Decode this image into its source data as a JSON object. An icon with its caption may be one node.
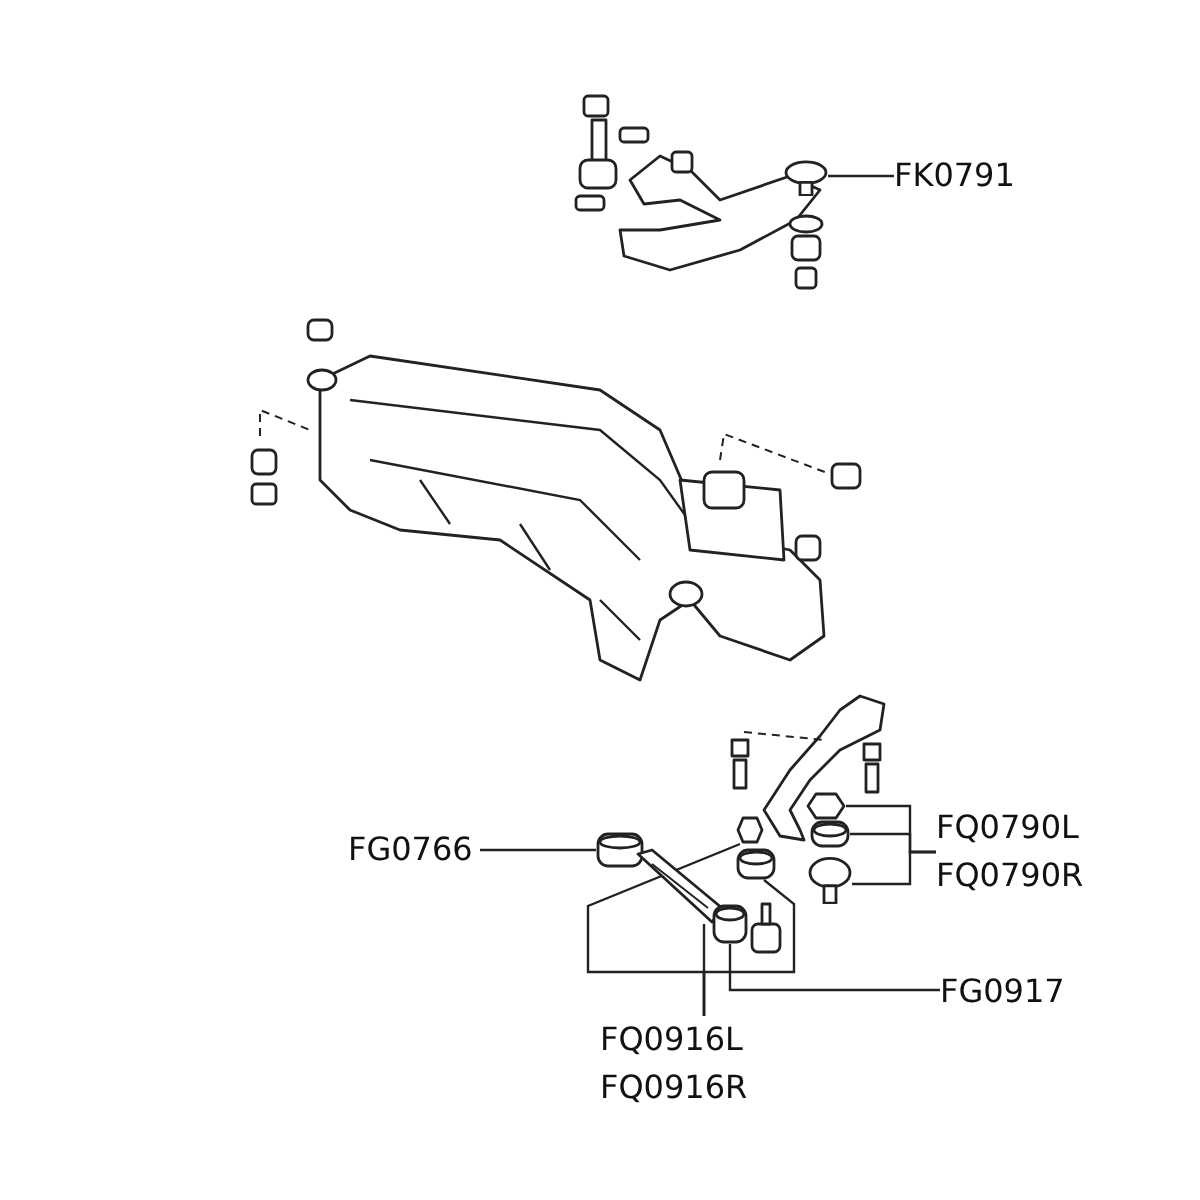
{
  "diagram": {
    "nodes": [
      {
        "text": [
          "FK0791"
        ]
      },
      {
        "text": [],
        "shape": "circle"
      },
      {
        "text": [
          "FG0766"
        ]
      },
      {
        "text": [],
        "shape": "cylinder"
      },
      {
        "text": [
          "FQ0790L",
          "FQ0790R"
        ]
      },
      {
        "text": [],
        "shape": "hexagon"
      },
      {
        "text": [],
        "shape": "cylinder"
      },
      {
        "text": [],
        "shape": "circle"
      },
      {
        "text": [
          "FQ0916L",
          "FQ0916R"
        ]
      },
      {
        "text": [],
        "shape": "bar"
      },
      {
        "text": [],
        "shape": "hexagon"
      },
      {
        "text": [],
        "shape": "cylinder"
      },
      {
        "text": [
          "FG0917"
        ]
      },
      {
        "text": [],
        "shape": "cylinder"
      }
    ],
    "edges": [
      {
        "from": 0,
        "to": 1,
        "arrow": "none"
      },
      {
        "from": 2,
        "to": 3,
        "arrow": "none"
      },
      {
        "from": 4,
        "to": 5,
        "arrow": "none"
      },
      {
        "from": 4,
        "to": 6,
        "arrow": "none"
      },
      {
        "from": 4,
        "to": 7,
        "arrow": "none"
      },
      {
        "from": 8,
        "to": 9,
        "arrow": "none"
      },
      {
        "from": 8,
        "to": 10,
        "arrow": "none"
      },
      {
        "from": 8,
        "to": 11,
        "arrow": "none"
      },
      {
        "from": 12,
        "to": 13,
        "arrow": "none"
      }
    ]
  }
}
